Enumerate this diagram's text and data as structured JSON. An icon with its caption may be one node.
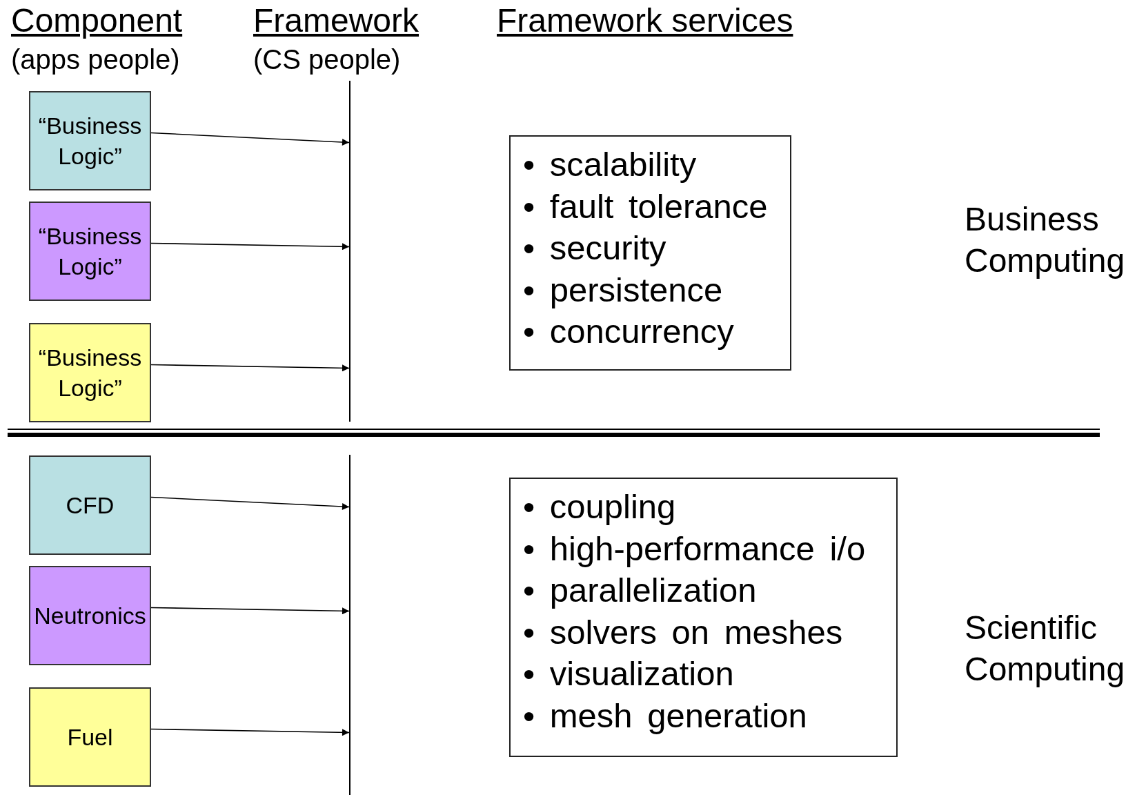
{
  "diagram": {
    "nodes": [
      {
        "text": [
          "“Business Logic”"
        ]
      },
      {
        "text": [
          "“Business Logic”"
        ]
      },
      {
        "text": [
          "“Business Logic”"
        ]
      },
      {
        "text": [],
        "shape": "bar"
      },
      {
        "text": [
          "• scalability",
          "• fault tolerance",
          "• security",
          "• persistence",
          "• concurrency"
        ]
      },
      {
        "text": [
          "CFD"
        ]
      },
      {
        "text": [
          "Neutronics"
        ]
      },
      {
        "text": [
          "Fuel"
        ]
      },
      {
        "text": [],
        "shape": "bar"
      },
      {
        "text": [
          "• coupling",
          "• high-performance i/o",
          "• parallelization",
          "• solvers on meshes",
          "• visualization",
          "• mesh generation"
        ]
      }
    ],
    "edges": [
      {
        "from": 0,
        "to": 3,
        "arrow": "to"
      },
      {
        "from": 1,
        "to": 3,
        "arrow": "to"
      },
      {
        "from": 2,
        "to": 3,
        "arrow": "to"
      },
      {
        "from": 5,
        "to": 8,
        "arrow": "to"
      },
      {
        "from": 6,
        "to": 8,
        "arrow": "to"
      },
      {
        "from": 7,
        "to": 8,
        "arrow": "to"
      }
    ],
    "labels": [
      "Component",
      "(apps people)",
      "Framework",
      "(CS people)",
      "Framework services",
      "Business Computing",
      "Scientific Computing"
    ]
  }
}
